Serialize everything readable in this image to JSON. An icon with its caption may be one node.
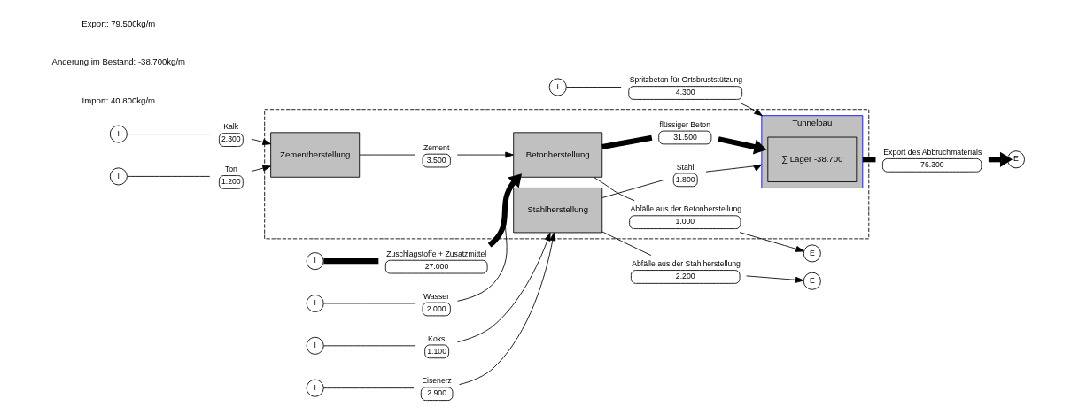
{
  "diagram": {
    "nodes": [
      {
        "text": [],
        "shape": "box"
      },
      {
        "text": [
          "Stahlherstellung"
        ],
        "in": 0
      },
      {
        "text": [
          "Tunnelbau"
        ],
        "in": 0
      },
      {
        "text": [
          "∑ Lager -38.700"
        ],
        "in": 2
      },
      {
        "text": [
          "Betonherstellung"
        ],
        "in": 0
      },
      {
        "text": [
          "Zementherstellung"
        ],
        "in": 0
      },
      {
        "text": [
          "I"
        ]
      },
      {
        "text": [
          "I"
        ]
      },
      {
        "text": [
          "I"
        ]
      },
      {
        "text": [
          "I"
        ]
      },
      {
        "text": [
          "I"
        ]
      },
      {
        "text": [
          "I"
        ]
      },
      {
        "text": [
          "I"
        ]
      },
      {
        "text": [
          "E"
        ]
      },
      {
        "text": [
          "E"
        ]
      },
      {
        "text": [
          "E"
        ]
      },
      {
        "text": [
          "2.200"
        ],
        "beside": [
          "Abfälle aus der Stahlherstellung"
        ]
      },
      {
        "text": [
          "2.900"
        ],
        "beside": [
          "Eisenerz"
        ]
      },
      {
        "text": [
          "1.100"
        ],
        "beside": [
          "Koks"
        ]
      },
      {
        "text": [
          "4.300"
        ],
        "beside": [
          "Spritzbeton für Ortsbruststützung"
        ]
      },
      {
        "text": [
          "2.000"
        ],
        "beside": [
          "Wasser"
        ]
      },
      {
        "text": [
          "27.000"
        ],
        "beside": [
          "Zuschlagstoffe + Zusatzmittel"
        ]
      },
      {
        "text": [
          "2.300"
        ],
        "beside": [
          "Kalk"
        ]
      },
      {
        "text": [
          "1.200"
        ],
        "beside": [
          "Ton"
        ]
      },
      {
        "text": [
          "1.800"
        ],
        "beside": [
          "Stahl"
        ],
        "in": 0
      },
      {
        "text": [
          "3.500"
        ],
        "beside": [
          "Zement"
        ],
        "in": 0
      },
      {
        "text": [
          "31.500"
        ],
        "beside": [
          "flüssiger Beton"
        ],
        "in": 0
      },
      {
        "text": [
          "76.300"
        ],
        "beside": [
          "Export des Abbruchmaterials"
        ]
      },
      {
        "text": [
          "1.000"
        ],
        "beside": [
          "Abfälle aus der Betonherstellung"
        ],
        "in": 0
      }
    ],
    "edges": [
      {
        "from": 1,
        "to": 16,
        "arrow": "none"
      },
      {
        "from": 16,
        "to": 13,
        "arrow": "to"
      },
      {
        "from": 6,
        "to": 17,
        "arrow": "none"
      },
      {
        "from": 17,
        "to": 1,
        "arrow": "to"
      },
      {
        "from": 7,
        "to": 18,
        "arrow": "none"
      },
      {
        "from": 18,
        "to": 1,
        "arrow": "to"
      },
      {
        "from": 8,
        "to": 19,
        "arrow": "none"
      },
      {
        "from": 19,
        "to": 2,
        "arrow": "to"
      },
      {
        "from": 9,
        "to": 20,
        "arrow": "none"
      },
      {
        "from": 20,
        "to": 4,
        "arrow": "to"
      },
      {
        "from": 10,
        "to": 21,
        "arrow": "none",
        "style": "thick"
      },
      {
        "from": 21,
        "to": 4,
        "arrow": "to",
        "style": "thick"
      },
      {
        "from": 11,
        "to": 22,
        "arrow": "none"
      },
      {
        "from": 22,
        "to": 5,
        "arrow": "to"
      },
      {
        "from": 12,
        "to": 23,
        "arrow": "none"
      },
      {
        "from": 23,
        "to": 5,
        "arrow": "to"
      },
      {
        "from": 1,
        "to": 24,
        "arrow": "none"
      },
      {
        "from": 24,
        "to": 2,
        "arrow": "to"
      },
      {
        "from": 5,
        "to": 25,
        "arrow": "none"
      },
      {
        "from": 25,
        "to": 4,
        "arrow": "to"
      },
      {
        "from": 4,
        "to": 26,
        "arrow": "none",
        "style": "thick"
      },
      {
        "from": 26,
        "to": 2,
        "arrow": "to",
        "style": "thick"
      },
      {
        "from": 2,
        "to": 27,
        "arrow": "none",
        "style": "thick"
      },
      {
        "from": 27,
        "to": 14,
        "arrow": "to",
        "style": "thick"
      },
      {
        "from": 4,
        "to": 28,
        "arrow": "none"
      },
      {
        "from": 28,
        "to": 15,
        "arrow": "to"
      }
    ],
    "labels": [
      "Import: 40.800kg/m",
      "Anderung im Bestand: -38.700kg/m",
      "Export: 79.500kg/m"
    ]
  }
}
